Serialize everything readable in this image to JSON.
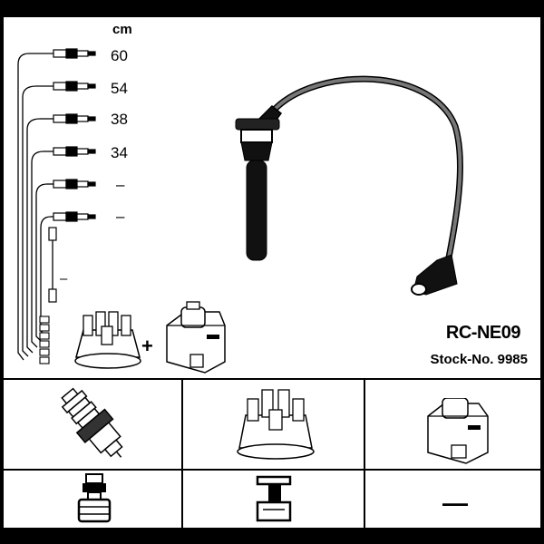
{
  "header": {
    "unit": "cm"
  },
  "cables": [
    {
      "length": "60"
    },
    {
      "length": "54"
    },
    {
      "length": "38"
    },
    {
      "length": "34"
    },
    {
      "length": "–"
    },
    {
      "length": "–"
    }
  ],
  "coil_wire": {
    "length": "–"
  },
  "product": {
    "name": "RC-NE09",
    "stock_label": "Stock-No. 9985"
  },
  "accessories": {
    "plus": "+"
  },
  "bottom_row": {
    "third_cell": "—"
  },
  "colors": {
    "ink": "#000000",
    "wire": "#5a5a5a",
    "paper": "#ffffff"
  }
}
